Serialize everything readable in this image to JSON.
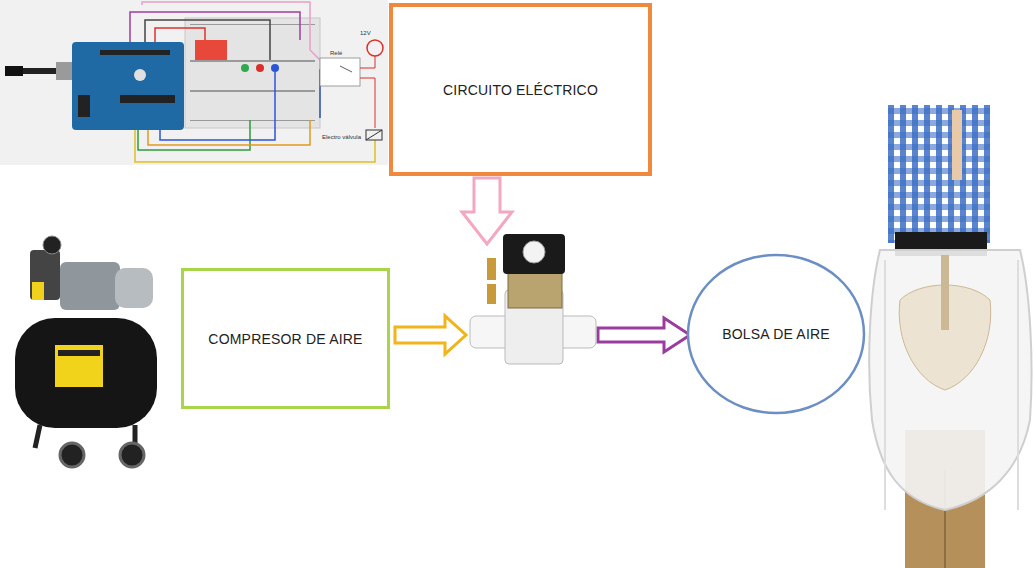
{
  "diagram": {
    "nodes": [
      {
        "text": [
          "CIRCUITO ELÉCTRICO"
        ]
      },
      {
        "text": [
          "COMPRESOR DE AIRE"
        ]
      },
      {
        "text": [
          "BOLSA DE AIRE"
        ]
      }
    ],
    "labels": [
      "Relé",
      "12V",
      "Electro válvula"
    ]
  }
}
